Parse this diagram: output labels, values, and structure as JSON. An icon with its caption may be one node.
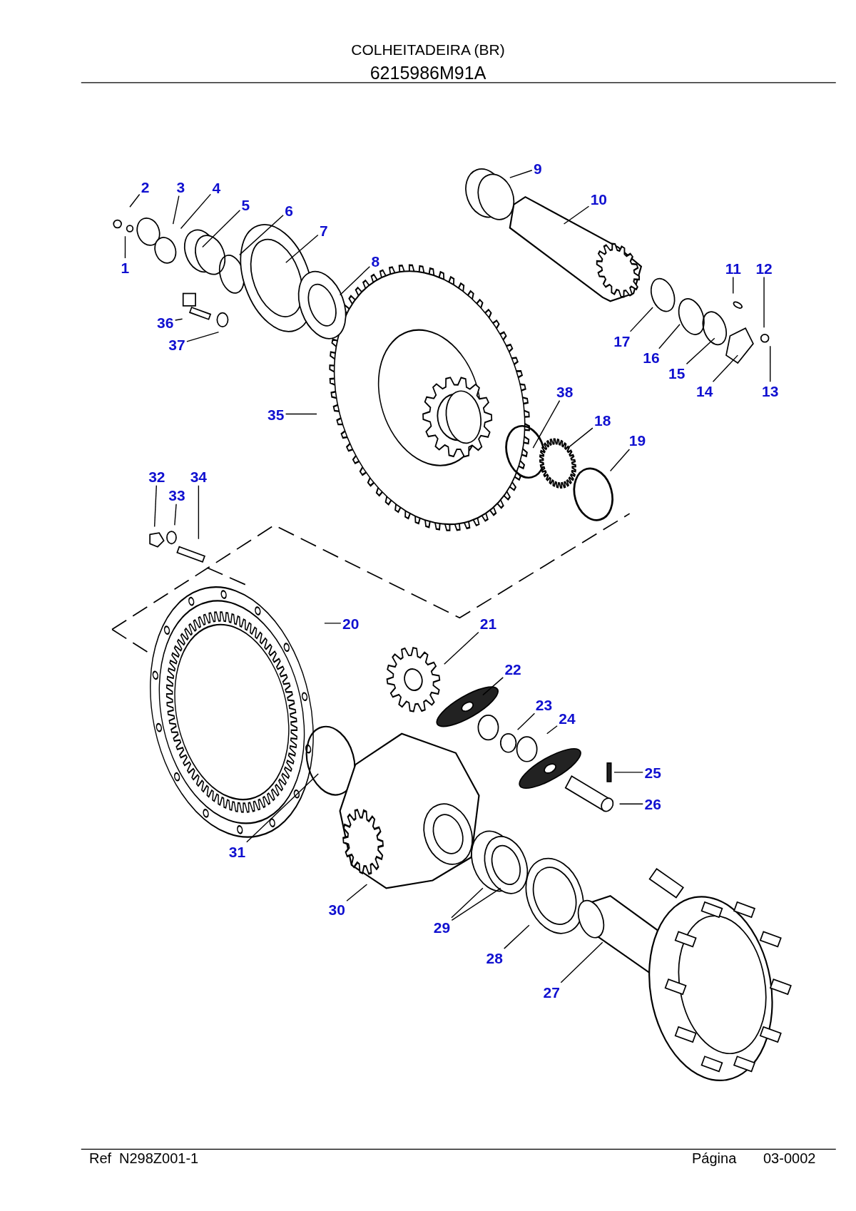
{
  "diagram": {
    "title": "COLHEITADEIRA (BR)",
    "nodes": [
      {
        "text": [
          "1"
        ]
      },
      {
        "text": [
          "2"
        ]
      },
      {
        "text": [
          "3"
        ]
      },
      {
        "text": [
          "4"
        ]
      },
      {
        "text": [
          "5"
        ]
      },
      {
        "text": [
          "6"
        ]
      },
      {
        "text": [
          "7"
        ]
      },
      {
        "text": [
          "8"
        ]
      },
      {
        "text": [
          "9"
        ]
      },
      {
        "text": [
          "10"
        ]
      },
      {
        "text": [
          "11"
        ]
      },
      {
        "text": [
          "12"
        ]
      },
      {
        "text": [
          "13"
        ]
      },
      {
        "text": [
          "14"
        ]
      },
      {
        "text": [
          "15"
        ]
      },
      {
        "text": [
          "16"
        ]
      },
      {
        "text": [
          "17"
        ]
      },
      {
        "text": [
          "18"
        ]
      },
      {
        "text": [
          "19"
        ]
      },
      {
        "text": [
          "20"
        ]
      },
      {
        "text": [
          "21"
        ]
      },
      {
        "text": [
          "22"
        ]
      },
      {
        "text": [
          "23"
        ]
      },
      {
        "text": [
          "24"
        ]
      },
      {
        "text": [
          "25"
        ]
      },
      {
        "text": [
          "26"
        ]
      },
      {
        "text": [
          "27"
        ]
      },
      {
        "text": [
          "28"
        ]
      },
      {
        "text": [
          "29"
        ]
      },
      {
        "text": [
          "30"
        ]
      },
      {
        "text": [
          "31"
        ]
      },
      {
        "text": [
          "32"
        ]
      },
      {
        "text": [
          "33"
        ]
      },
      {
        "text": [
          "34"
        ]
      },
      {
        "text": [
          "35"
        ]
      },
      {
        "text": [
          "36"
        ]
      },
      {
        "text": [
          "37"
        ]
      },
      {
        "text": [
          "38"
        ]
      }
    ],
    "edges": [
      {
        "from": 0,
        "to": null,
        "arrow": "none"
      },
      {
        "from": 1,
        "to": null,
        "arrow": "none"
      },
      {
        "from": 2,
        "to": null,
        "arrow": "none"
      },
      {
        "from": 3,
        "to": null,
        "arrow": "none"
      },
      {
        "from": 4,
        "to": null,
        "arrow": "none"
      },
      {
        "from": 5,
        "to": null,
        "arrow": "none"
      },
      {
        "from": 6,
        "to": null,
        "arrow": "none"
      },
      {
        "from": 7,
        "to": null,
        "arrow": "none"
      },
      {
        "from": 8,
        "to": null,
        "arrow": "none"
      },
      {
        "from": 9,
        "to": null,
        "arrow": "none"
      },
      {
        "from": 10,
        "to": null,
        "arrow": "none"
      },
      {
        "from": 11,
        "to": null,
        "arrow": "none"
      },
      {
        "from": 12,
        "to": null,
        "arrow": "none"
      },
      {
        "from": 13,
        "to": null,
        "arrow": "none"
      },
      {
        "from": 14,
        "to": null,
        "arrow": "none"
      },
      {
        "from": 15,
        "to": null,
        "arrow": "none"
      },
      {
        "from": 16,
        "to": null,
        "arrow": "none"
      },
      {
        "from": 17,
        "to": null,
        "arrow": "none"
      },
      {
        "from": 18,
        "to": null,
        "arrow": "none"
      },
      {
        "from": 19,
        "to": null,
        "arrow": "none"
      },
      {
        "from": 20,
        "to": null,
        "arrow": "none"
      },
      {
        "from": 21,
        "to": null,
        "arrow": "none"
      },
      {
        "from": 22,
        "to": null,
        "arrow": "none"
      },
      {
        "from": 23,
        "to": null,
        "arrow": "none"
      },
      {
        "from": 24,
        "to": null,
        "arrow": "none"
      },
      {
        "from": 25,
        "to": null,
        "arrow": "none"
      },
      {
        "from": 26,
        "to": null,
        "arrow": "none"
      },
      {
        "from": 27,
        "to": null,
        "arrow": "none"
      },
      {
        "from": 28,
        "to": null,
        "arrow": "none"
      },
      {
        "from": 28,
        "to": null,
        "arrow": "none"
      },
      {
        "from": 29,
        "to": null,
        "arrow": "none"
      },
      {
        "from": 30,
        "to": null,
        "arrow": "none"
      },
      {
        "from": 31,
        "to": null,
        "arrow": "none"
      },
      {
        "from": 32,
        "to": null,
        "arrow": "none"
      },
      {
        "from": 33,
        "to": null,
        "arrow": "none"
      },
      {
        "from": 34,
        "to": null,
        "arrow": "none"
      },
      {
        "from": 35,
        "to": null,
        "arrow": "none"
      },
      {
        "from": 36,
        "to": null,
        "arrow": "none"
      },
      {
        "from": 37,
        "to": null,
        "arrow": "none"
      }
    ],
    "labels": [
      "6215986M91A",
      "Ref",
      "N298Z001-1",
      "Página",
      "03-0002"
    ]
  }
}
